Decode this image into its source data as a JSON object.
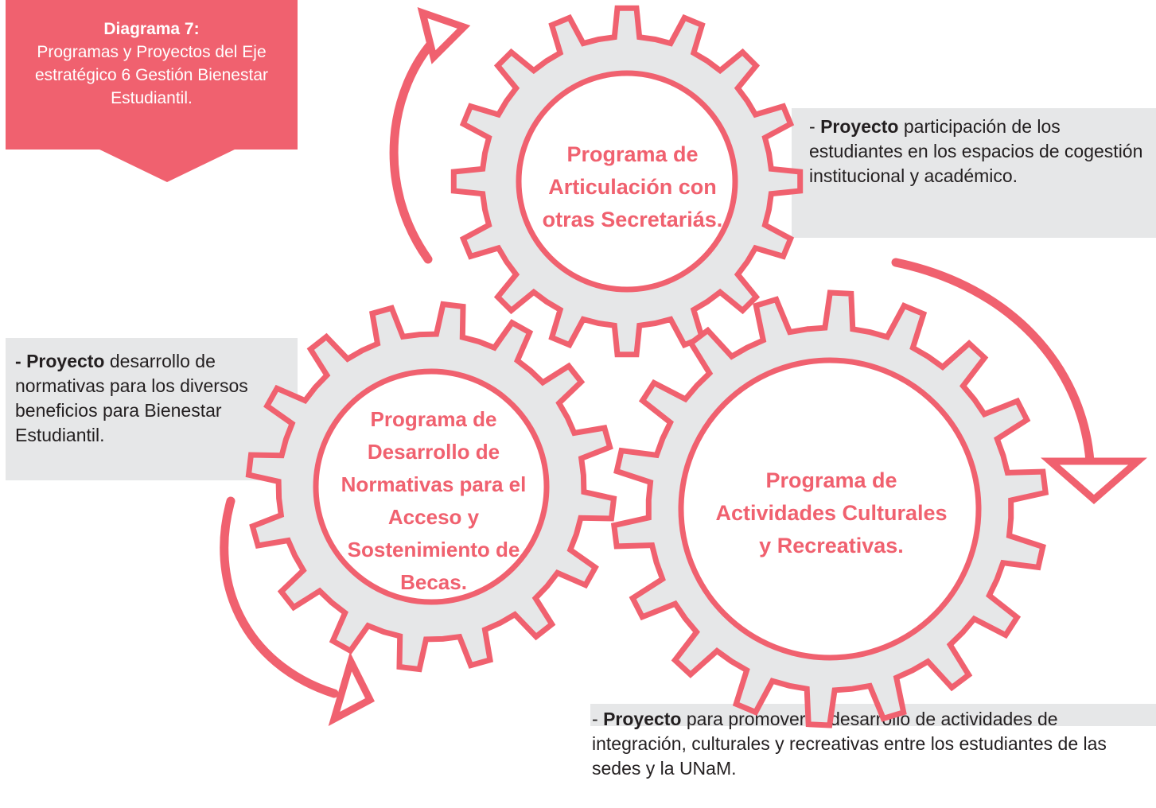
{
  "header": {
    "title": "Diagrama 7:",
    "subtitle": "Programas y Proyectos del Eje estratégico 6 Gestión Bienestar Estudiantil."
  },
  "gears": {
    "top": {
      "label": "Programa de Articulación con otras Secretariás."
    },
    "left": {
      "label": "Programa de Desarrollo de Normativas para el Acceso y Sostenimiento de Becas."
    },
    "right": {
      "label": "Programa de Actividades Culturales y Recreativas."
    }
  },
  "notes": {
    "top": {
      "prefix": "- ",
      "bold": "Proyecto",
      "text": " participación de los estudiantes en los espacios de cogestión institucional y académico."
    },
    "left": {
      "prefix": "- ",
      "bold": "Proyecto",
      "text": " desarrollo de normativas para los diversos beneficios para Bienestar Estudiantil."
    },
    "bottom": {
      "prefix": "- ",
      "bold": "Proyecto",
      "text": " para promover el desarrollo de actividades de integración, culturales y recreativas entre los estudiantes de las sedes y la UNaM."
    }
  },
  "colors": {
    "accent": "#f0616f",
    "gear_fill": "#e6e7e8",
    "note_bg": "#e6e7e8",
    "text": "#231f20"
  }
}
